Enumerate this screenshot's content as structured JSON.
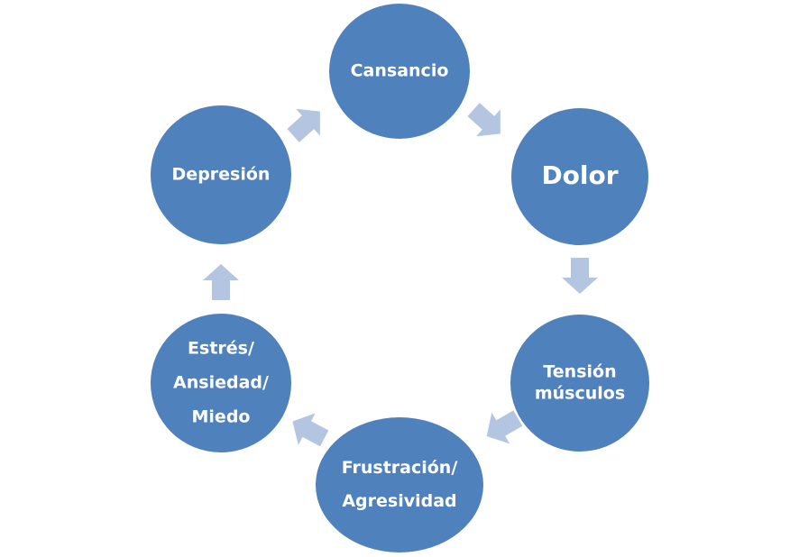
{
  "diagram": {
    "type": "cycle",
    "colors": {
      "node_fill": "#4f81bd",
      "arrow_fill": "#b4c5e1",
      "default_text": "#ffffff",
      "highlight_text": "#ff0000"
    },
    "nodes": [
      {
        "id": "cansancio",
        "lines": [
          "Cansancio"
        ],
        "highlight": false
      },
      {
        "id": "dolor",
        "lines": [
          "Dolor"
        ],
        "highlight": true
      },
      {
        "id": "tension",
        "lines": [
          "Tensión",
          "músculos"
        ],
        "highlight": false
      },
      {
        "id": "frustracion",
        "lines": [
          "Frustración/",
          "Agresividad"
        ],
        "highlight": false
      },
      {
        "id": "estres",
        "lines": [
          "Estrés/",
          "Ansiedad/",
          "Miedo"
        ],
        "highlight": false
      },
      {
        "id": "depresion",
        "lines": [
          "Depresión"
        ],
        "highlight": false
      }
    ],
    "edges": [
      {
        "from": "cansancio",
        "to": "dolor"
      },
      {
        "from": "dolor",
        "to": "tension"
      },
      {
        "from": "tension",
        "to": "frustracion"
      },
      {
        "from": "frustracion",
        "to": "estres"
      },
      {
        "from": "estres",
        "to": "depresion"
      },
      {
        "from": "depresion",
        "to": "cansancio"
      }
    ]
  }
}
